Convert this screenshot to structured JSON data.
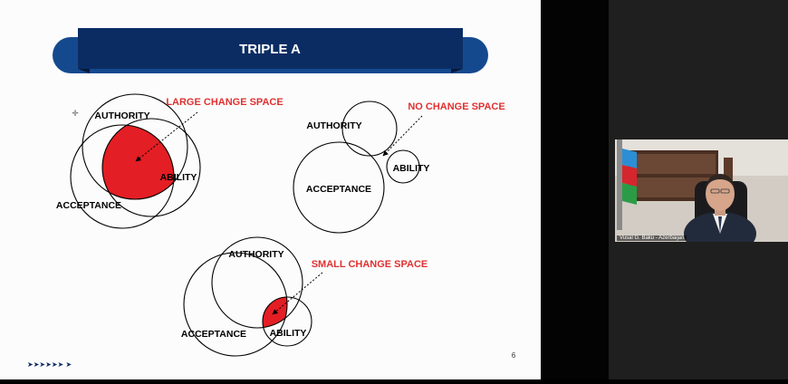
{
  "slide": {
    "title": "TRIPLE A",
    "page_number": "6",
    "diagrams": {
      "large": {
        "authority": "AUTHORITY",
        "ability": "ABILITY",
        "acceptance": "ACCEPTANCE",
        "caption": "LARGE CHANGE SPACE"
      },
      "none": {
        "authority": "AUTHORITY",
        "ability": "ABILITY",
        "acceptance": "ACCEPTANCE",
        "caption": "NO CHANGE SPACE"
      },
      "small": {
        "authority": "AUTHORITY",
        "ability": "ABILITY",
        "acceptance": "ACCEPTANCE",
        "caption": "SMALL CHANGE SPACE"
      }
    },
    "footer_arrows": "➤➤➤➤➤➤   ➤"
  },
  "video": {
    "participant_label": "Vusal G. Baku - Azerbaijan"
  },
  "colors": {
    "navy": "#0b2c63",
    "blue": "#14498e",
    "red": "#e31e24",
    "caption_red": "#e03131"
  }
}
